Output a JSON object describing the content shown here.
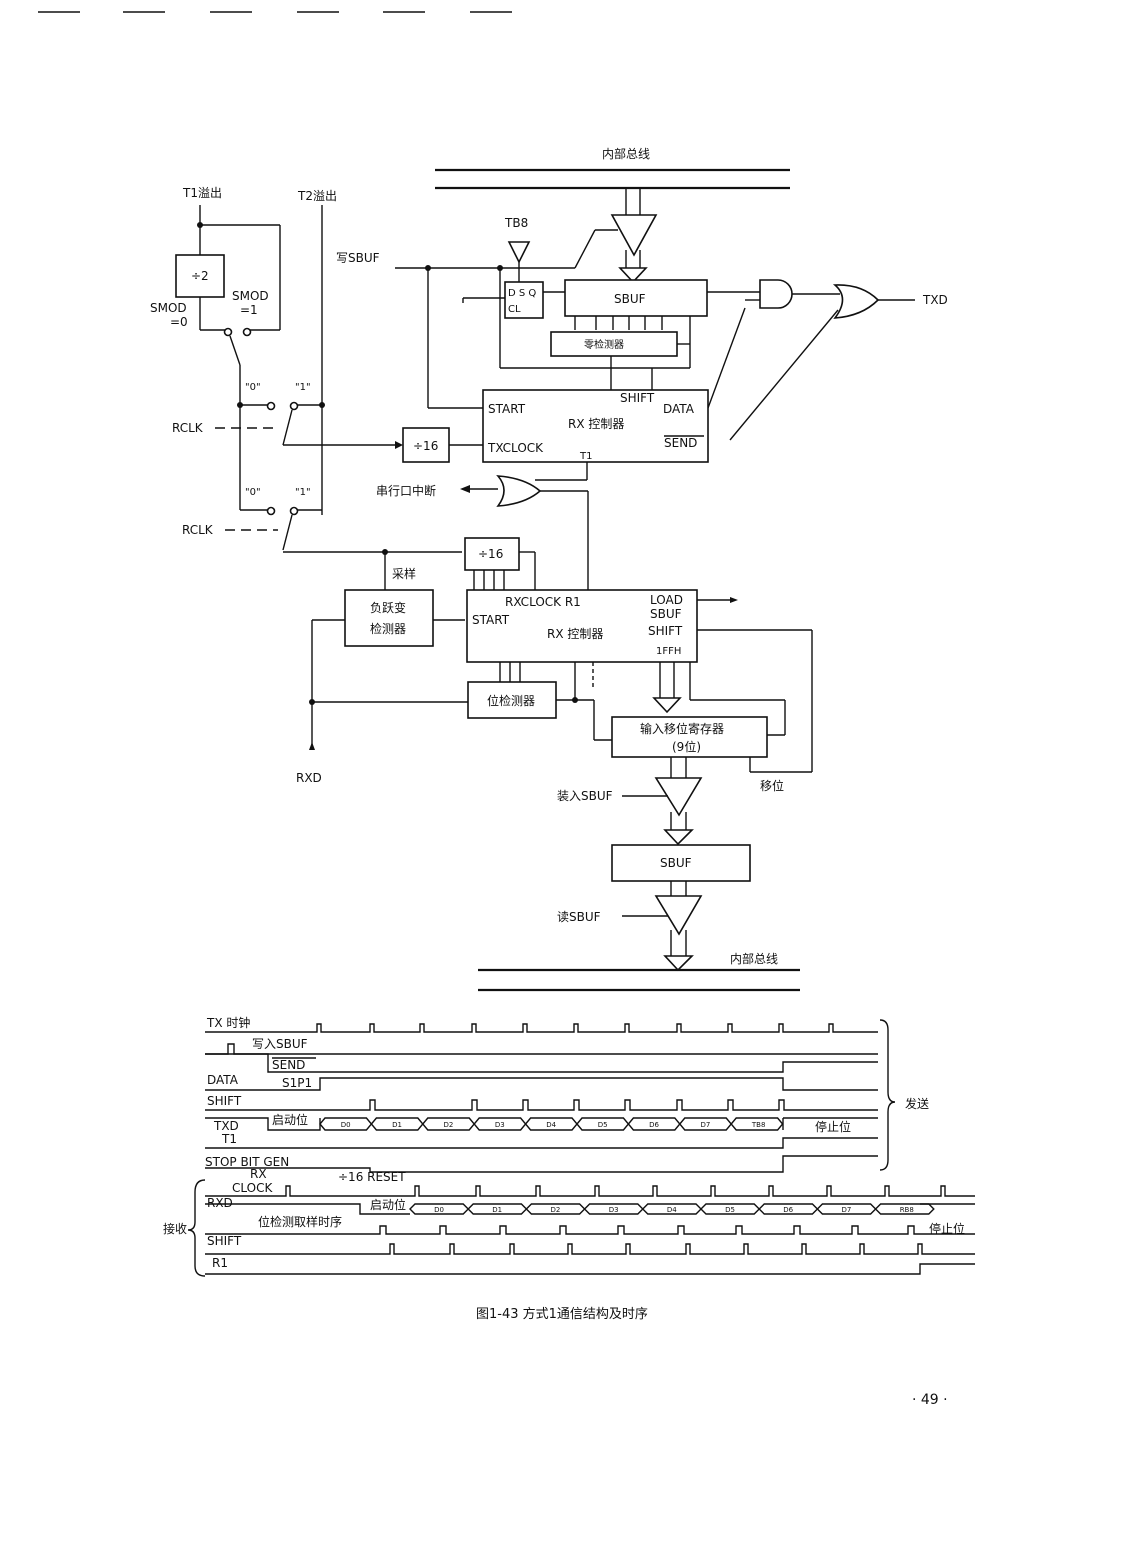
{
  "diagram": {
    "top_bus_label": "内部总线",
    "bottom_bus_label": "内部总线",
    "t1_overflow": "T1溢出",
    "t2_overflow": "T2溢出",
    "div2": "÷2",
    "smod0_a": "SMOD",
    "smod0_b": "=0",
    "smod1_a": "SMOD",
    "smod1_b": "=1",
    "sw_0": "\"0\"",
    "sw_1": "\"1\"",
    "rclk": "RCLK",
    "tb8": "TB8",
    "write_sbuf": "写SBUF",
    "dff_top": "D S Q",
    "dff_bot": "CL",
    "sbuf": "SBUF",
    "zero_detector": "零检测器",
    "txd": "TXD",
    "tx_ctrl_start": "START",
    "tx_ctrl_name": "RX 控制器",
    "tx_ctrl_data": "DATA",
    "tx_ctrl_shift": "SHIFT",
    "tx_ctrl_txclock": "TXCLOCK",
    "tx_ctrl_send": "SEND",
    "tx_ctrl_t1": "T1",
    "div16": "÷16",
    "serial_irq": "串行口中断",
    "sample": "采样",
    "neg_det_a": "负跃变",
    "neg_det_b": "检测器",
    "rx_ctrl_rxclock": "RXCLOCK  R1",
    "rx_ctrl_start": "START",
    "rx_ctrl_name": "RX 控制器",
    "rx_ctrl_load": "LOAD",
    "rx_ctrl_sbuf": "SBUF",
    "rx_ctrl_shift": "SHIFT",
    "rx_ctrl_ffh": "1FFH",
    "bit_detector": "位检测器",
    "input_shift_a": "输入移位寄存器",
    "input_shift_b": "(9位)",
    "shift_label": "移位",
    "load_sbuf": "装入SBUF",
    "read_sbuf": "读SBUF",
    "rxd": "RXD"
  },
  "timing": {
    "tx_clock": "TX 时钟",
    "write_sbuf": "写入SBUF",
    "send": "SEND",
    "data": "DATA",
    "s1p1": "S1P1",
    "shift": "SHIFT",
    "txd": "TXD",
    "start_bit": "启动位",
    "stop_bit": "停止位",
    "t1": "T1",
    "stop_bit_gen": "STOP BIT GEN",
    "div16_reset": "÷16 RESET",
    "rx": "RX",
    "clock": "CLOCK",
    "rxd": "RXD",
    "rx_start_bit": "启动位",
    "bit_sample": "位检测取样时序",
    "rx_shift": "SHIFT",
    "r1": "R1",
    "rx_stop_bit": "停止位",
    "send_group": "发送",
    "recv_group": "接收",
    "tx_bits": [
      "D0",
      "D1",
      "D2",
      "D3",
      "D4",
      "D5",
      "D6",
      "D7",
      "TB8"
    ],
    "rx_bits": [
      "D0",
      "D1",
      "D2",
      "D3",
      "D4",
      "D5",
      "D6",
      "D7",
      "RB8"
    ]
  },
  "caption": "图1-43  方式1通信结构及时序",
  "page_number": "· 49 ·"
}
